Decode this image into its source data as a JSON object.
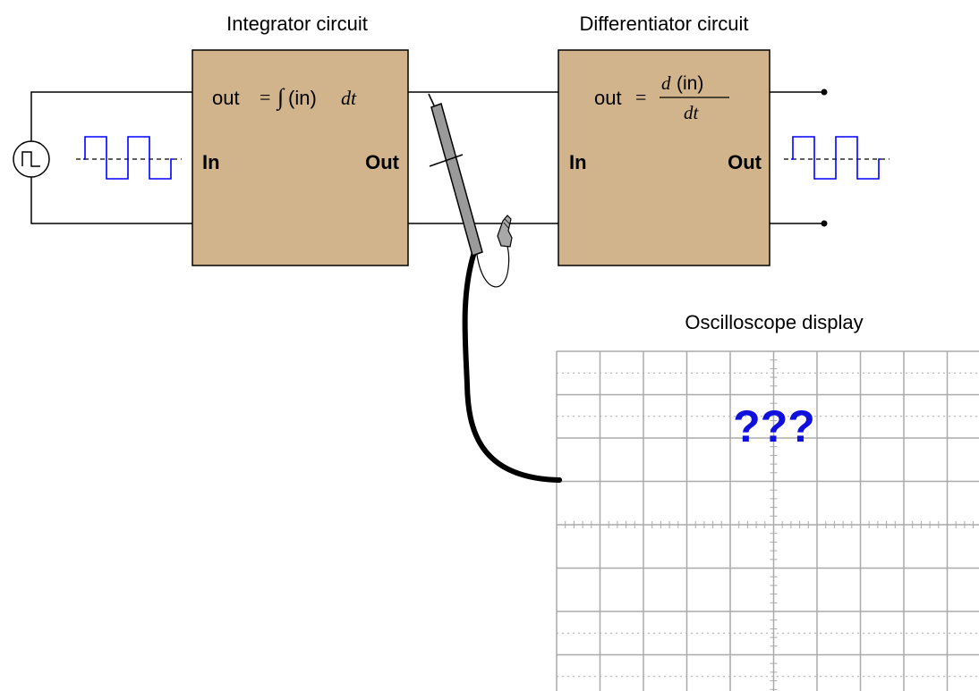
{
  "integrator": {
    "title": "Integrator circuit",
    "eq_out": "out",
    "eq_equals": "=",
    "eq_integral": "∫",
    "eq_in": "(in)",
    "eq_dt": "dt",
    "in_label": "In",
    "out_label": "Out"
  },
  "differentiator": {
    "title": "Differentiator circuit",
    "eq_out": "out",
    "eq_equals": "=",
    "eq_num_d": "d",
    "eq_num_in": "(in)",
    "eq_den": "dt",
    "in_label": "In",
    "out_label": "Out"
  },
  "oscilloscope": {
    "title": "Oscilloscope display",
    "unknown_text": "???"
  },
  "colors": {
    "box_fill": "#d2b48c",
    "waveform": "#0000ff",
    "question_text": "#1010dd",
    "grid": "#aaaaaa",
    "probe_body": "#9a9a9a",
    "wire": "#000000"
  },
  "icons": {
    "source": "square-wave-source-icon",
    "probe": "oscilloscope-probe-icon",
    "ground_clip": "alligator-clip-icon"
  }
}
